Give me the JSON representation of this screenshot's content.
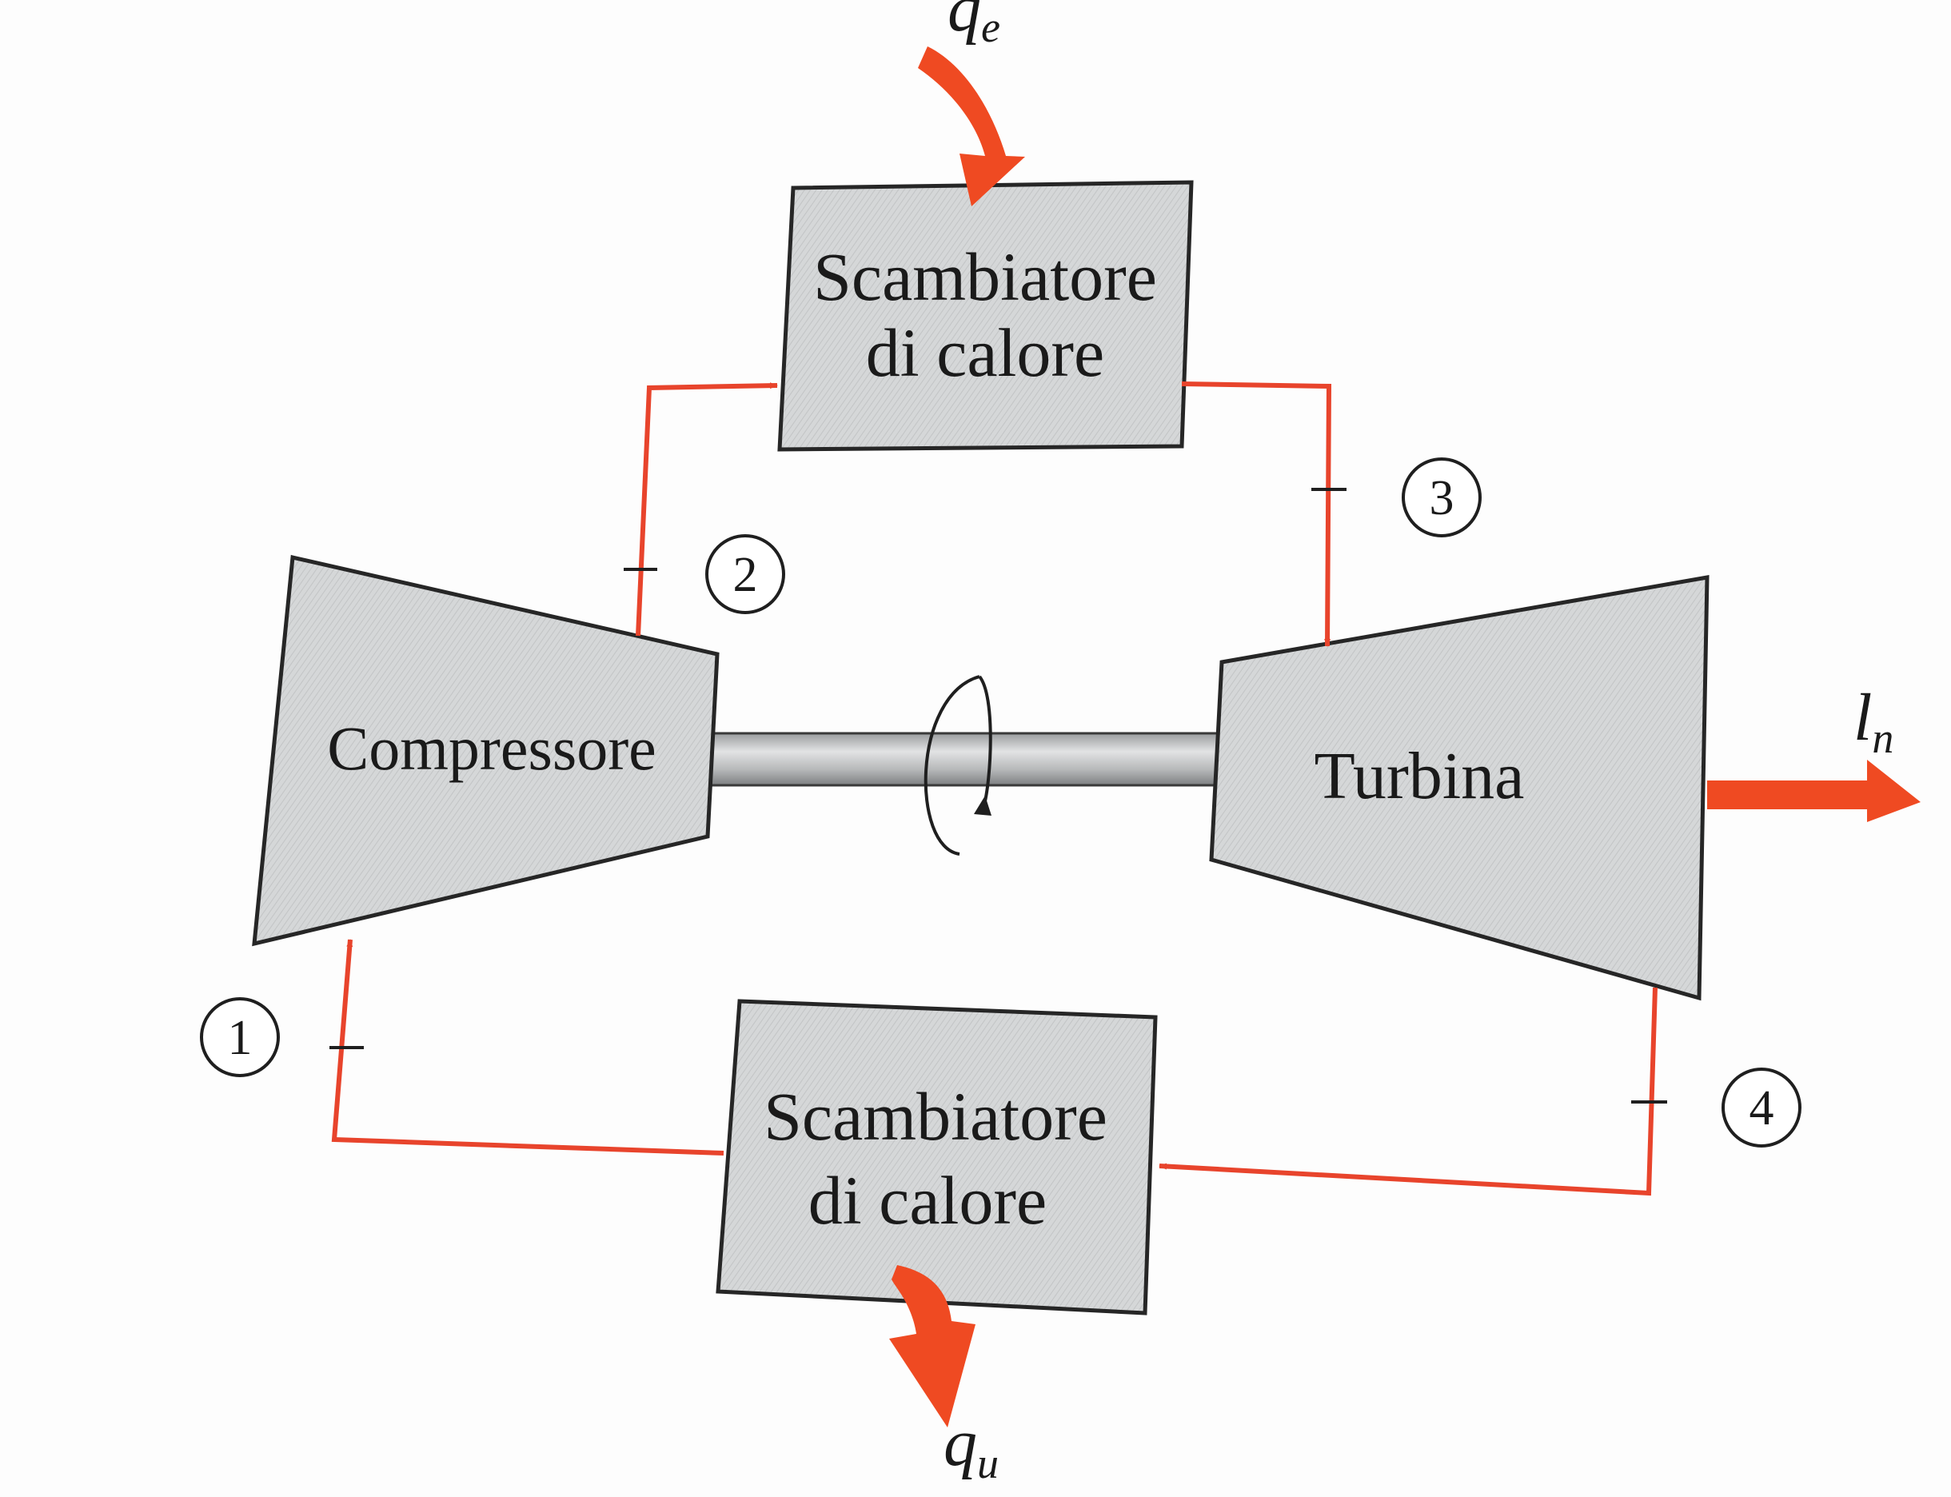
{
  "components": {
    "heat_exchanger_top": {
      "line1": "Scambiatore",
      "line2": "di calore"
    },
    "heat_exchanger_bottom": {
      "line1": "Scambiatore",
      "line2": "di calore"
    },
    "compressor": {
      "label": "Compressore"
    },
    "turbine": {
      "label": "Turbina"
    }
  },
  "states": [
    "1",
    "2",
    "3",
    "4"
  ],
  "energy": {
    "heat_in": {
      "symbol": "q",
      "subscript": "e"
    },
    "heat_out": {
      "symbol": "q",
      "subscript": "u"
    },
    "net_work": {
      "symbol": "l",
      "subscript": "n"
    }
  },
  "colors": {
    "flow_line": "#e8442c",
    "energy_arrow": "#ef4a22",
    "component_fill": "#d4d6d7",
    "outline": "#262626"
  }
}
